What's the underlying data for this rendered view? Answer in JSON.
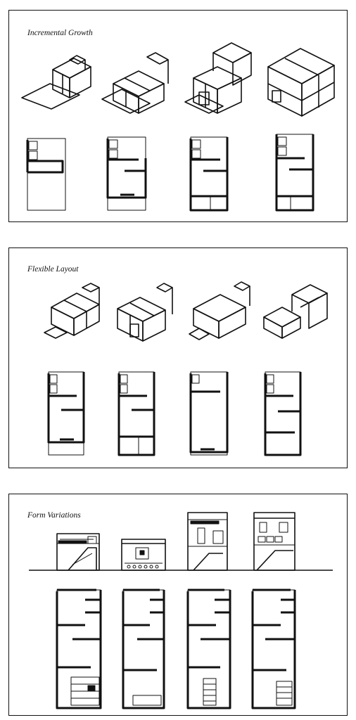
{
  "panels": [
    {
      "id": "incremental-growth",
      "title": "Incremental Growth"
    },
    {
      "id": "flexible-layout",
      "title": "Flexible Layout"
    },
    {
      "id": "form-variations",
      "title": "Form Variations"
    }
  ],
  "colors": {
    "line": "#111111",
    "background": "#ffffff"
  }
}
